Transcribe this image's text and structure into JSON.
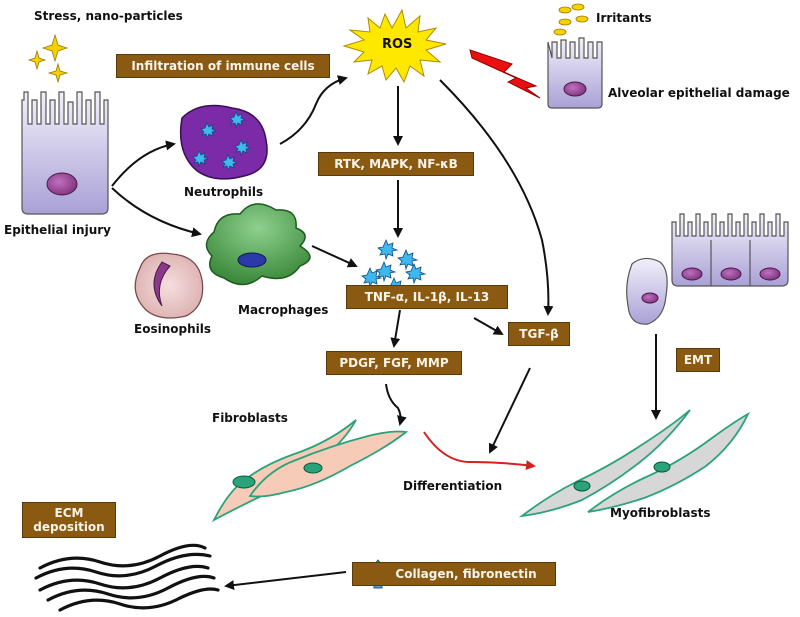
{
  "labels": {
    "stress": "Stress, nano-particles",
    "irritants": "Irritants",
    "alveolar_damage": "Alveolar epithelial damage",
    "neutrophils": "Neutrophils",
    "epithelial_injury": "Epithelial injury",
    "eosinophils": "Eosinophils",
    "macrophages": "Macrophages",
    "fibroblasts": "Fibroblasts",
    "differentiation": "Differentiation",
    "myofibroblasts": "Myofibroblasts",
    "ros": "ROS"
  },
  "boxes": {
    "infiltration": "Infiltration of immune cells",
    "rtk": "RTK, MAPK, NF-κB",
    "cytokines": "TNF-α, IL-1β, IL-13",
    "tgf": "TGF-β",
    "pdgf": "PDGF, FGF, MMP",
    "emt": "EMT",
    "ecm_line1": "ECM",
    "ecm_line2": "deposition",
    "collagen": "Collagen, fibronectin"
  },
  "colors": {
    "box_fill": "#8b5a12",
    "ros_fill": "#ffe800",
    "cell_lavender": "#c9c3e6",
    "nucleus": "#a04a9c",
    "neutrophil": "#7b2aa8",
    "macrophage": "#3e9a3e",
    "eosinophil": "#e8c4c4",
    "fibroblast_fill": "#f6cbb8",
    "fibroblast_edge": "#2aa37a",
    "red_arrow": "#d42020",
    "collagen_arrow": "#4aa0d8"
  }
}
